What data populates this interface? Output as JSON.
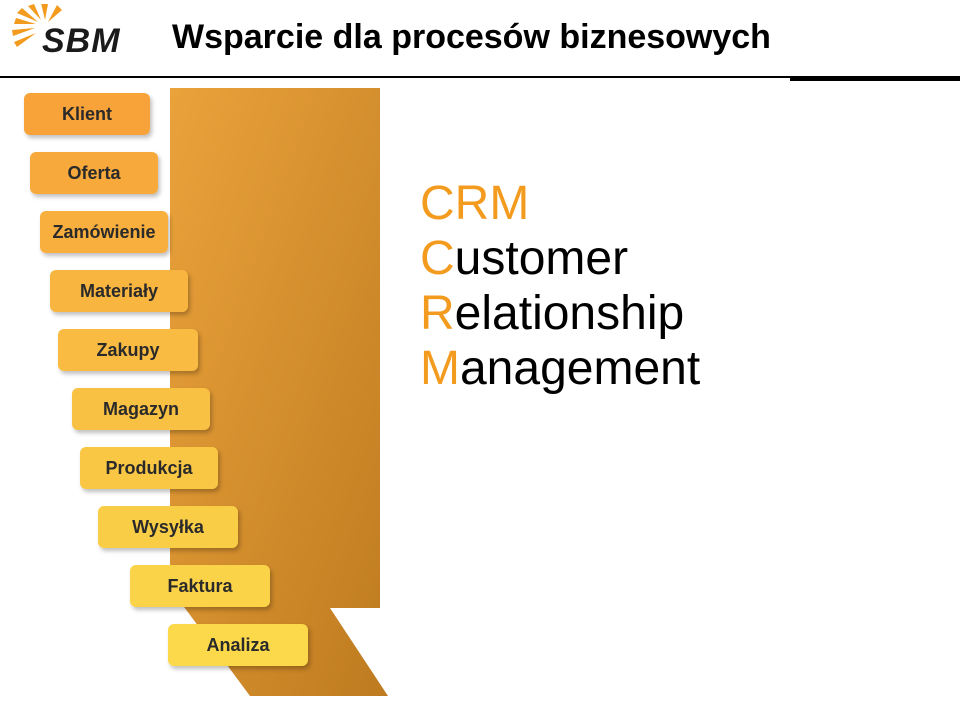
{
  "header": {
    "title": "Wsparcie dla procesów biznesowych",
    "logo_text": "SBM"
  },
  "steps": [
    {
      "label": "Klient"
    },
    {
      "label": "Oferta"
    },
    {
      "label": "Zamówienie"
    },
    {
      "label": "Materiały"
    },
    {
      "label": "Zakupy"
    },
    {
      "label": "Magazyn"
    },
    {
      "label": "Produkcja"
    },
    {
      "label": "Wysyłka"
    },
    {
      "label": "Faktura"
    },
    {
      "label": "Analiza"
    }
  ],
  "crm": {
    "heading": "CRM",
    "lines": [
      {
        "initial": "C",
        "rest": "ustomer"
      },
      {
        "initial": "R",
        "rest": "elationship"
      },
      {
        "initial": "M",
        "rest": "anagement"
      }
    ]
  },
  "colors": {
    "accent": "#f39b1f",
    "arrow": "#c8790f",
    "step_top": "#f7a33a",
    "step_bottom": "#fbd94b"
  }
}
